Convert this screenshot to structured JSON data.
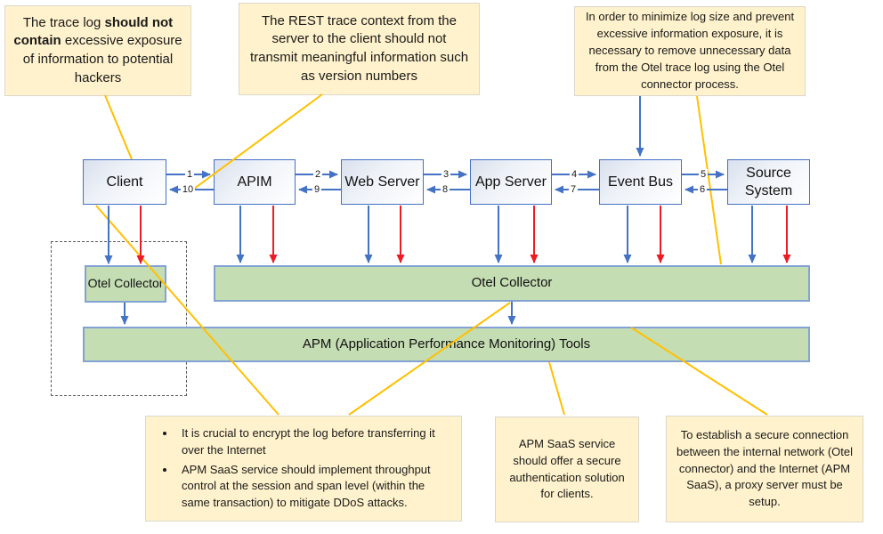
{
  "notes": {
    "n1": {
      "pre": "The trace log ",
      "bold": "should not contain",
      "post": " excessive exposure of information to potential hackers"
    },
    "n2": {
      "text": "The REST trace context from the server to the client should not transmit meaningful information such as version numbers"
    },
    "n3": {
      "text": "In order to minimize log size and prevent excessive information exposure, it is necessary to remove unnecessary data from the Otel trace log using the Otel connector process."
    },
    "n4": {
      "bullets": [
        "It is crucial to encrypt the log before transferring it over the Internet",
        "APM SaaS service should implement throughput control at the session and span level (within the same transaction) to mitigate DDoS attacks."
      ]
    },
    "n5": {
      "text": "APM SaaS service should offer a secure authentication solution for clients."
    },
    "n6": {
      "text": "To establish a secure connection between the internal network (Otel connector) and the Internet (APM SaaS), a proxy server must be setup."
    }
  },
  "flow": {
    "nodes": [
      {
        "label": "Client"
      },
      {
        "label": "APIM"
      },
      {
        "label": "Web Server"
      },
      {
        "label": "App Server"
      },
      {
        "label": "Event Bus"
      },
      {
        "label": "Source System"
      }
    ],
    "arrow_labels": [
      {
        "forward": "1",
        "backward": "10"
      },
      {
        "forward": "2",
        "backward": "9"
      },
      {
        "forward": "3",
        "backward": "8"
      },
      {
        "forward": "4",
        "backward": "7"
      },
      {
        "forward": "5",
        "backward": "6"
      }
    ]
  },
  "collectors": {
    "otel_small": "Otel Collector",
    "otel_wide": "Otel Collector",
    "apm": "APM (Application Performance Monitoring) Tools"
  },
  "colors": {
    "connector_line": "#FFC000",
    "trace_arrow_blue": "#4472C4",
    "log_arrow_red": "#ED1C24",
    "node_border": "#4472C4",
    "collector_fill": "#C5DDB3",
    "collector_border": "#83A2D4",
    "note_fill": "#FFF2CC"
  }
}
